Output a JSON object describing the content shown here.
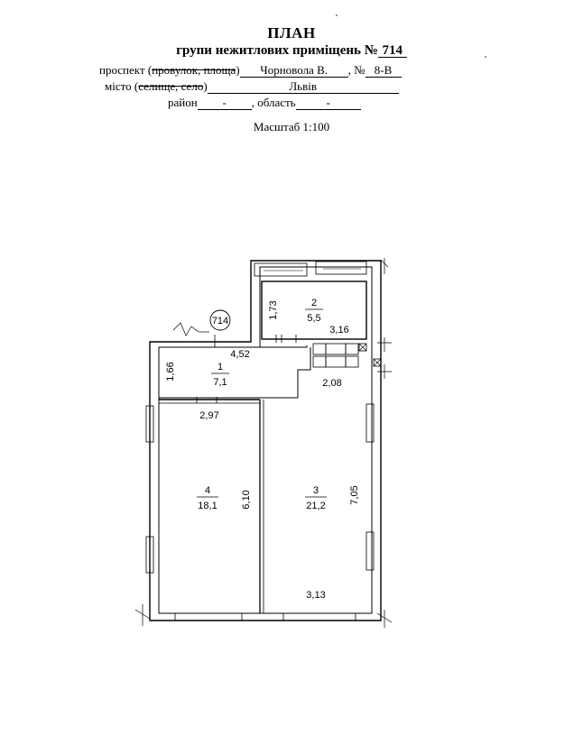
{
  "header": {
    "title": "ПЛАН",
    "subtitle_prefix": "групи нежитлових приміщень №",
    "group_number": "714",
    "street_type_prefix": "проспект (",
    "street_type_struck": "провулок, площа",
    "street_type_suffix": ")",
    "street_name": "Чорновола В.",
    "house_prefix": ", №",
    "house_number": "8-В",
    "city_prefix": "місто (",
    "city_struck": "селище, село",
    "city_suffix": ")",
    "city_name": "Львів",
    "district_label": "район",
    "district_value": "-",
    "region_label": ", область",
    "region_value": "-",
    "scale": "Масштаб 1:100"
  },
  "plan": {
    "unit_badge": "714",
    "rooms": [
      {
        "number": "1",
        "area": "7,1"
      },
      {
        "number": "2",
        "area": "5,5"
      },
      {
        "number": "3",
        "area": "21,2"
      },
      {
        "number": "4",
        "area": "18,1"
      }
    ],
    "dimensions": {
      "d_1_73": "1,73",
      "d_3_16": "3,16",
      "d_4_52": "4,52",
      "d_1_66": "1,66",
      "d_2_08": "2,08",
      "d_2_97": "2,97",
      "d_6_10": "6,10",
      "d_7_05": "7,05",
      "d_3_13": "3,13"
    }
  }
}
